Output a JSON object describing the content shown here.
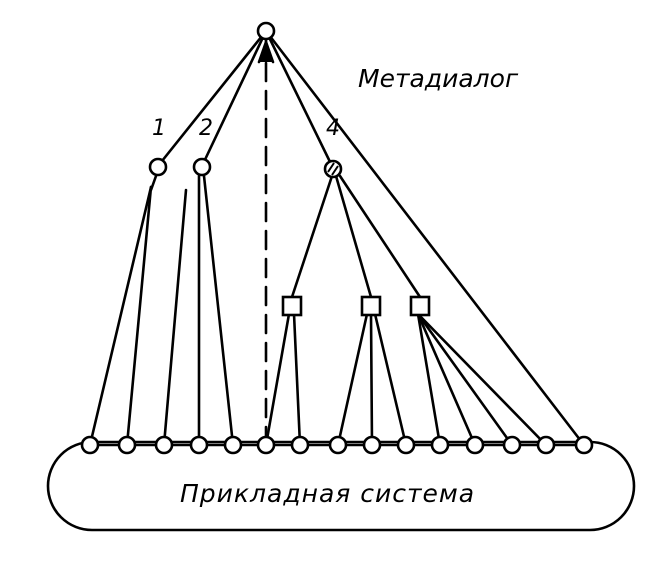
{
  "labels": {
    "metadialog": "Метадиалог",
    "system": "Прикладная система",
    "node1": "1",
    "node2": "2",
    "node4": "4"
  },
  "colors": {
    "ink": "#000000",
    "background": "#ffffff"
  }
}
